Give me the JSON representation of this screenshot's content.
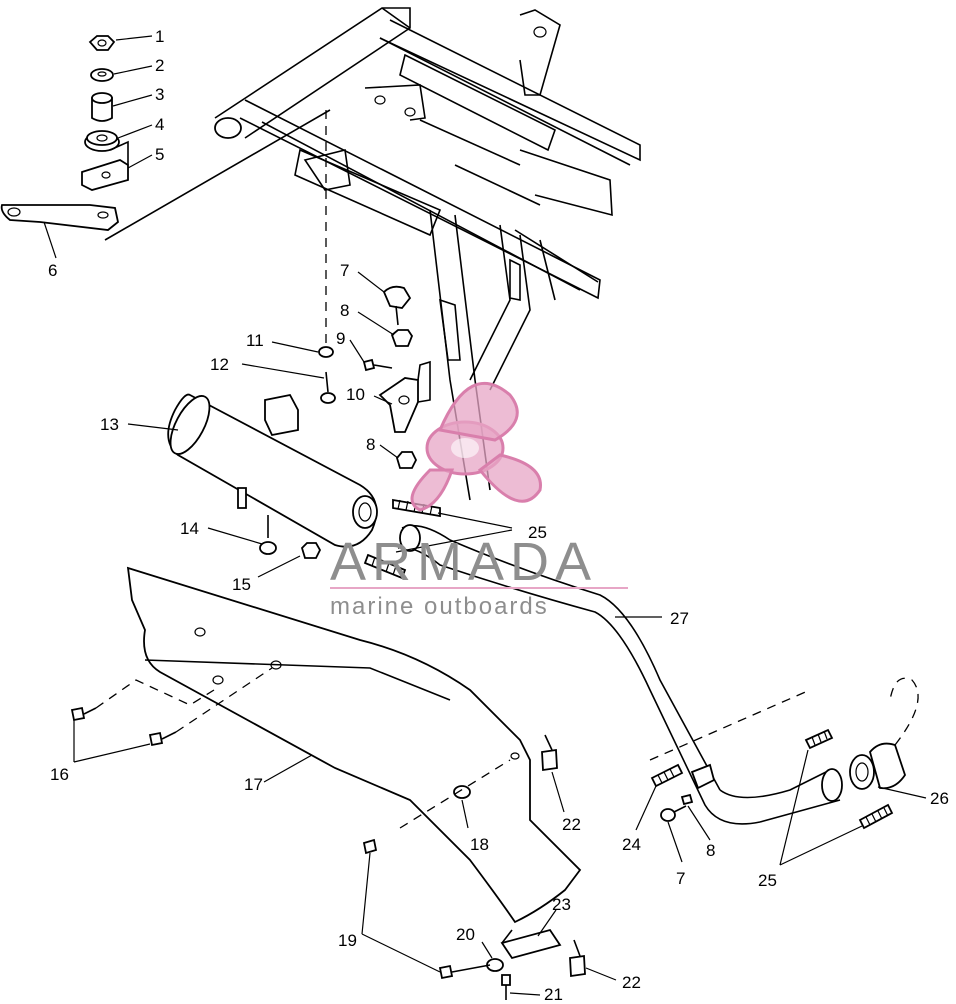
{
  "callouts": [
    {
      "id": "c1",
      "text": "1"
    },
    {
      "id": "c2",
      "text": "2"
    },
    {
      "id": "c3",
      "text": "3"
    },
    {
      "id": "c4",
      "text": "4"
    },
    {
      "id": "c5",
      "text": "5"
    },
    {
      "id": "c6",
      "text": "6"
    },
    {
      "id": "c7a",
      "text": "7"
    },
    {
      "id": "c8a",
      "text": "8"
    },
    {
      "id": "c9",
      "text": "9"
    },
    {
      "id": "c10",
      "text": "10"
    },
    {
      "id": "c11",
      "text": "11"
    },
    {
      "id": "c12",
      "text": "12"
    },
    {
      "id": "c13",
      "text": "13"
    },
    {
      "id": "c8b",
      "text": "8"
    },
    {
      "id": "c14",
      "text": "14"
    },
    {
      "id": "c15",
      "text": "15"
    },
    {
      "id": "c25a",
      "text": "25"
    },
    {
      "id": "c27",
      "text": "27"
    },
    {
      "id": "c16",
      "text": "16"
    },
    {
      "id": "c17",
      "text": "17"
    },
    {
      "id": "c18",
      "text": "18"
    },
    {
      "id": "c22a",
      "text": "22"
    },
    {
      "id": "c24",
      "text": "24"
    },
    {
      "id": "c8c",
      "text": "8"
    },
    {
      "id": "c7b",
      "text": "7"
    },
    {
      "id": "c26",
      "text": "26"
    },
    {
      "id": "c25b",
      "text": "25"
    },
    {
      "id": "c19",
      "text": "19"
    },
    {
      "id": "c20",
      "text": "20"
    },
    {
      "id": "c23",
      "text": "23"
    },
    {
      "id": "c22b",
      "text": "22"
    },
    {
      "id": "c21",
      "text": "21"
    }
  ],
  "watermark": {
    "brand": "ARMADA",
    "tagline": "marine outboards",
    "color": "#8e8e8e",
    "logo_color": "#e7a6c6"
  }
}
